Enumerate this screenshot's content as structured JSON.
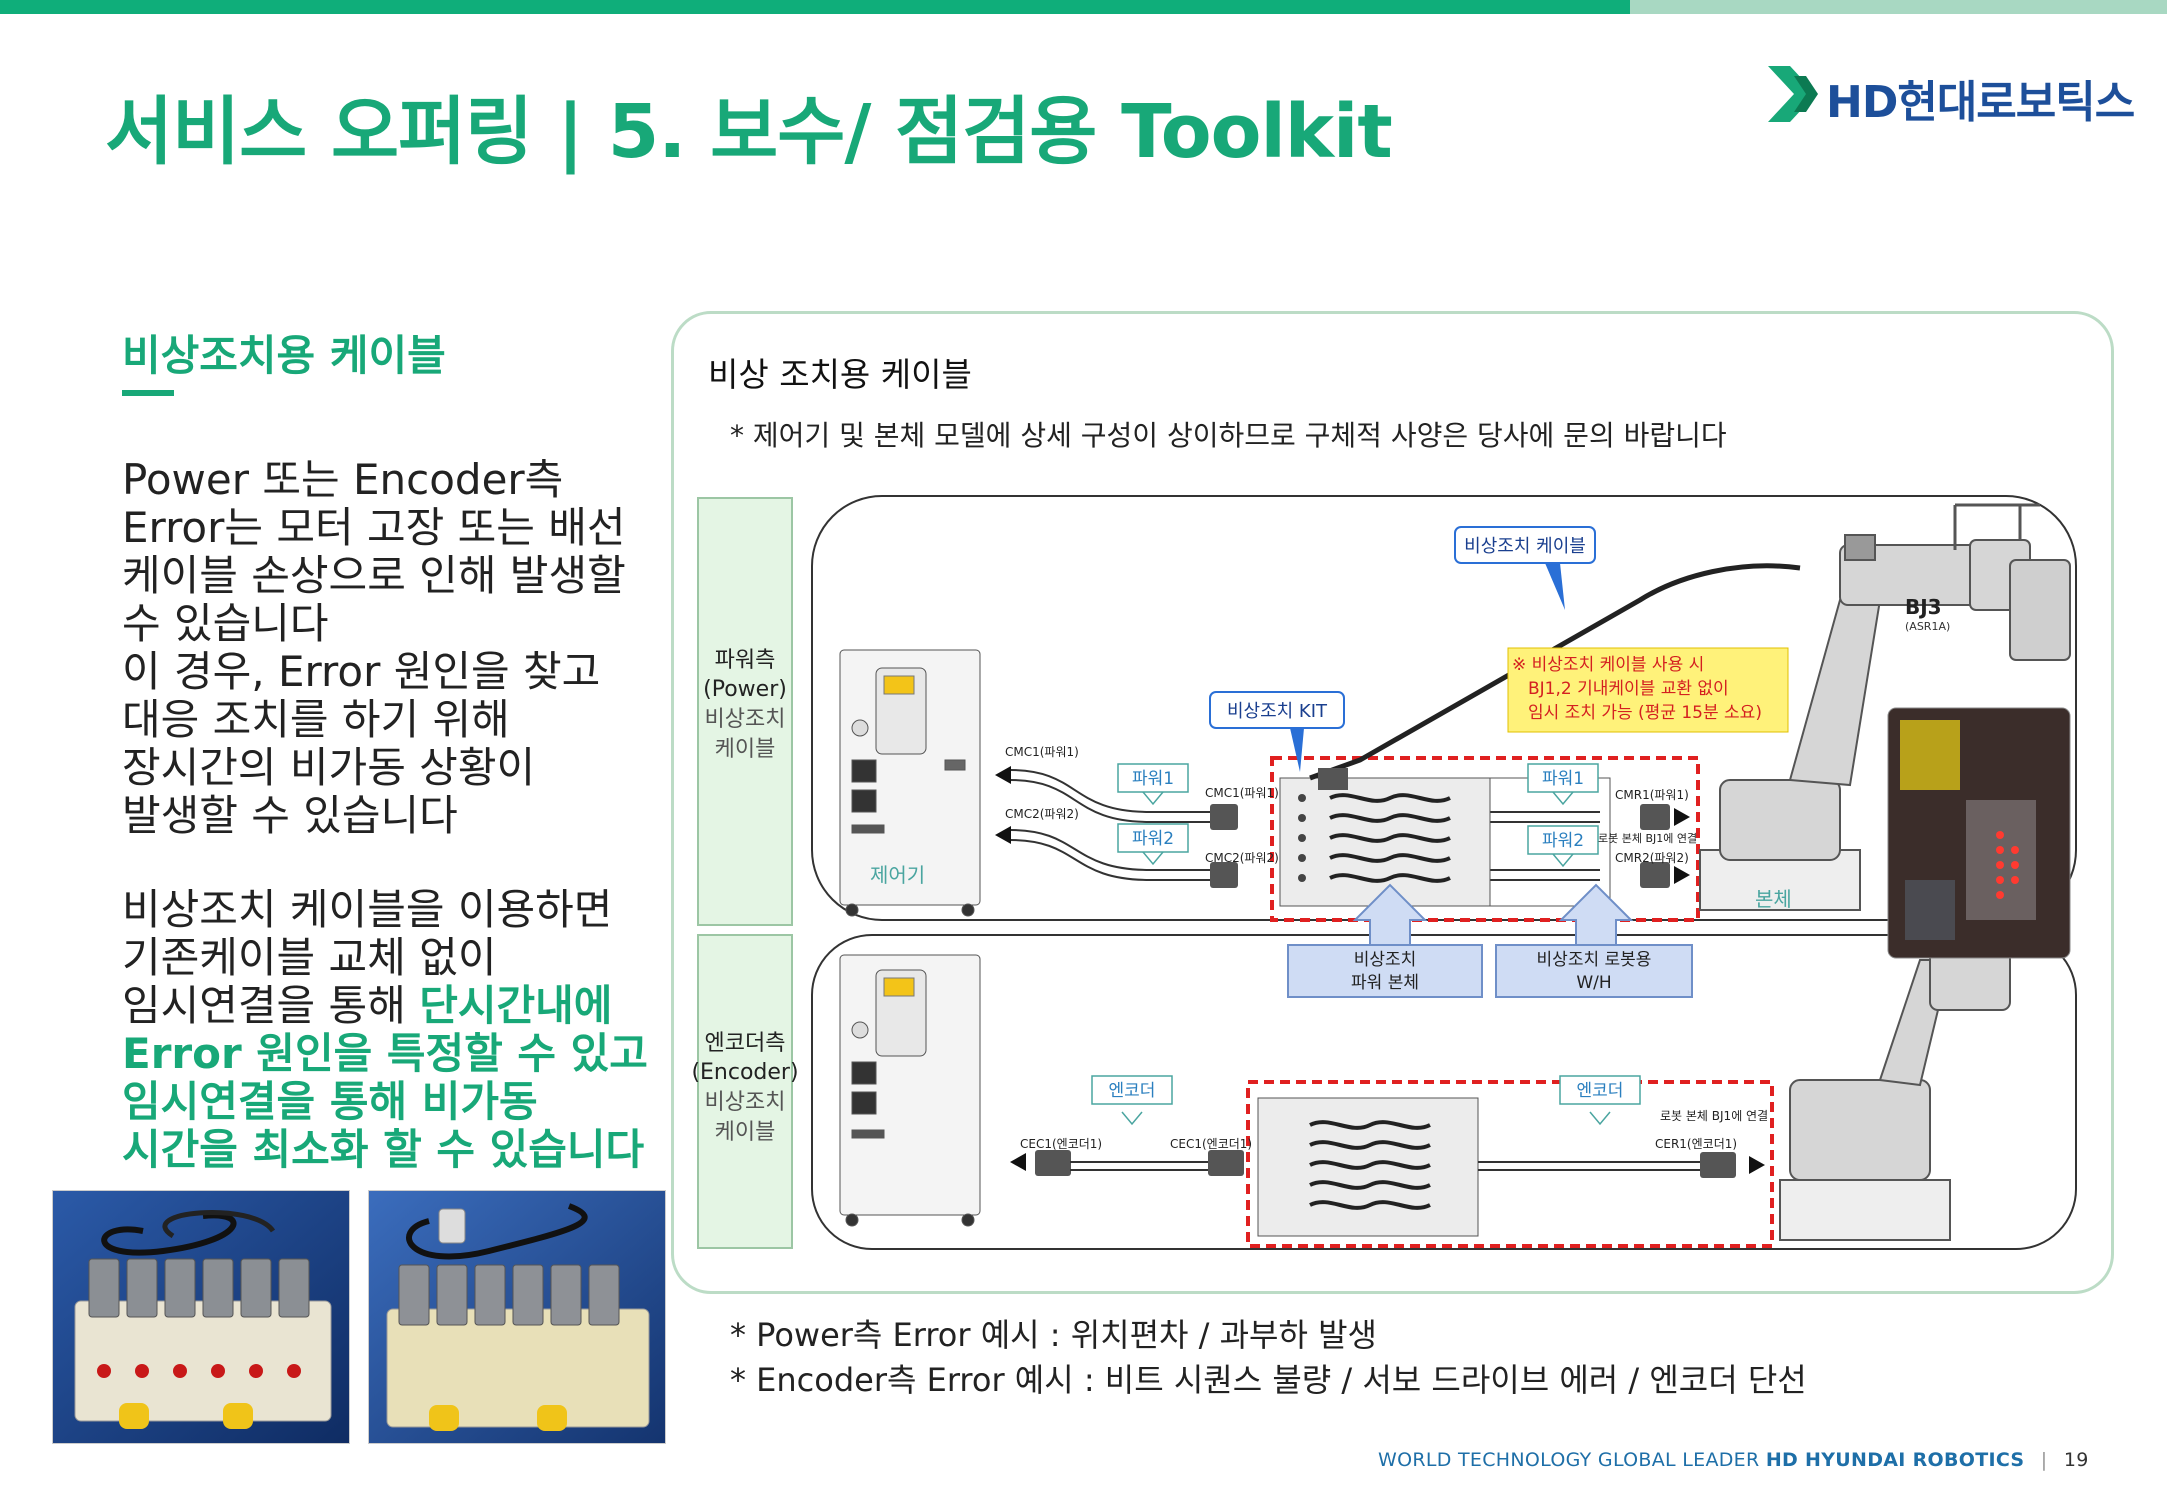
{
  "header": {
    "title": "서비스 오퍼링 | 5. 보수/ 점검용 Toolkit",
    "logo_text": "HD현대로보틱스"
  },
  "left": {
    "section_title": "비상조치용 케이블",
    "para1": [
      "Power 또는 Encoder측",
      "Error는 모터 고장 또는 배선",
      "케이블 손상으로 인해 발생할",
      "수 있습니다",
      "이 경우, Error 원인을 찾고",
      "대응 조치를 하기 위해",
      "장시간의 비가동 상황이",
      "발생할 수 있습니다"
    ],
    "para2_plain": [
      "비상조치 케이블을 이용하면",
      "기존케이블 교체 없이",
      "임시연결을 통해 "
    ],
    "para2_highlight": [
      "단시간내에",
      "Error 원인을 특정할 수 있고",
      "임시연결을 통해 비가동",
      "시간을 최소화 할 수 있습니다"
    ]
  },
  "panel": {
    "title": "비상 조치용 케이블",
    "note": "* 제어기 및 본체 모델에 상세 구성이 상이하므로 구체적 사양은 당사에 문의 바랍니다"
  },
  "diagram": {
    "power_side": [
      "파워측",
      "(Power)",
      "비상조치",
      "케이블"
    ],
    "encoder_side": [
      "엔코더측",
      "(Encoder)",
      "비상조치",
      "케이블"
    ],
    "cable_label": "비상조치 케이블",
    "kit_label": "비상조치 KIT",
    "warning": [
      "※ 비상조치 케이블 사용 시",
      "BJ1,2 기내케이블 교환 없이",
      "임시 조치 가능 (평균 15분 소요)"
    ],
    "bj3": "BJ3",
    "bj3_sub": "(ASR1A)",
    "controller": "제어기",
    "body": "본체",
    "power1": "파워1",
    "power2": "파워2",
    "encoder": "엔코더",
    "cmc1_top": "CMC1(파워1)",
    "cmc2_top": "CMC2(파워2)",
    "cmc1_mid": "CMC1(파워1)",
    "cmc2_mid": "CMC2(파워2)",
    "cmr1": "CMR1(파워1)",
    "cmr2": "CMR2(파워2)",
    "bj1_note": "로봇 본체 BJ1에 연결",
    "cec1_left": "CEC1(엔코더1)",
    "cec1_mid": "CEC1(엔코더1)",
    "cer1": "CER1(엔코더1)",
    "bj1_note_enc": "로봇 본체 BJ1에 연결",
    "box1": [
      "비상조치",
      "파워 본체"
    ],
    "box2": [
      "비상조치 로봇용",
      "W/H"
    ]
  },
  "footnotes": [
    "* Power측 Error 예시 : 위치편차 / 과부하 발생",
    "* Encoder측 Error 예시 : 비트 시퀀스 불량 / 서보 드라이브 에러 / 엔코더 단선"
  ],
  "footer": {
    "tagline": "WORLD TECHNOLOGY GLOBAL LEADER",
    "brand": "HD HYUNDAI ROBOTICS",
    "separator": "|",
    "page": "19"
  },
  "colors": {
    "accent": "#18a878",
    "top_bar": "#0fae7a",
    "top_bar_light": "#a8d8c2",
    "panel_border": "#bcdcc6",
    "logo_blue": "#1d4f9a",
    "logo_green": "#18a878",
    "dashed_red": "#e02020",
    "callout_blue": "#2a6fd6",
    "warning_fill": "#fff27a",
    "bottom_box_fill": "#cfdcf4",
    "side_label_fill": "#e4f5e4"
  }
}
